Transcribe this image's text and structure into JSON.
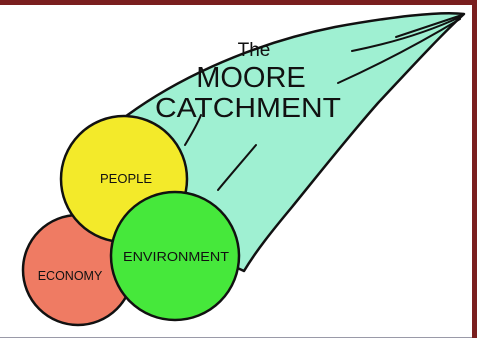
{
  "colors": {
    "frame": "#7a1f1f",
    "leaf": "#9ff0d2",
    "people": "#f3ea2a",
    "economy": "#ef7b63",
    "environment": "#46e83b",
    "outline": "#111111"
  },
  "diagram": {
    "title_the": "The",
    "title_moore": "MOORE",
    "title_catchment": "CATCHMENT",
    "circles": {
      "people": "PEOPLE",
      "economy": "ECONOMY",
      "environment": "ENVIRONMENT"
    }
  }
}
